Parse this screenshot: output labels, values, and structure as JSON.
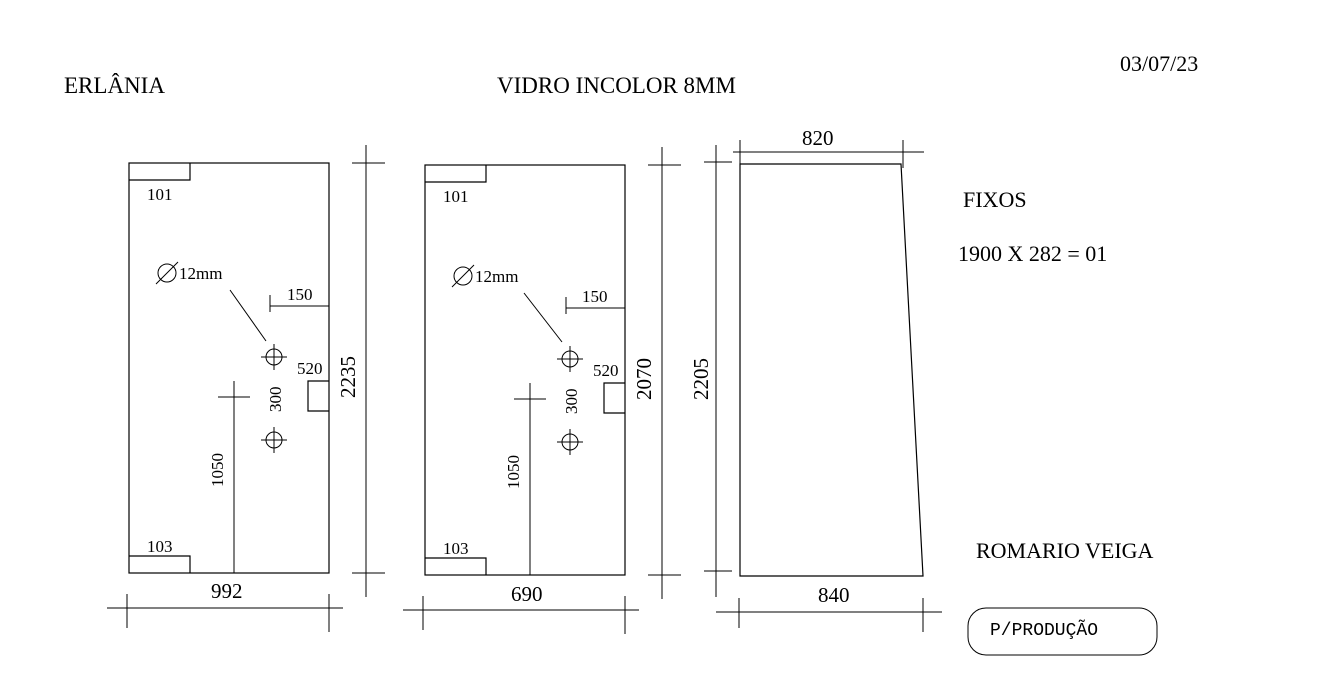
{
  "header": {
    "client": "ERLÂNIA",
    "material": "VIDRO INCOLOR 8MM",
    "date": "03/07/23"
  },
  "panels": [
    {
      "top_label": "101",
      "bottom_label": "103",
      "hole_label": "12mm",
      "dim_150": "150",
      "dim_520": "520",
      "dim_300": "300",
      "dim_1050": "1050",
      "height": "2235",
      "width": "992"
    },
    {
      "top_label": "101",
      "bottom_label": "103",
      "hole_label": "12mm",
      "dim_150": "150",
      "dim_520": "520",
      "dim_300": "300",
      "dim_1050": "1050",
      "height": "2070",
      "width": "690"
    },
    {
      "top_width": "820",
      "height": "2205",
      "bottom_width": "840"
    }
  ],
  "notes": {
    "fixos_title": "FIXOS",
    "fixos_line": "1900 X 282 = 01",
    "name": "ROMARIO VEIGA",
    "stamp": "P/PRODUÇÃO"
  }
}
